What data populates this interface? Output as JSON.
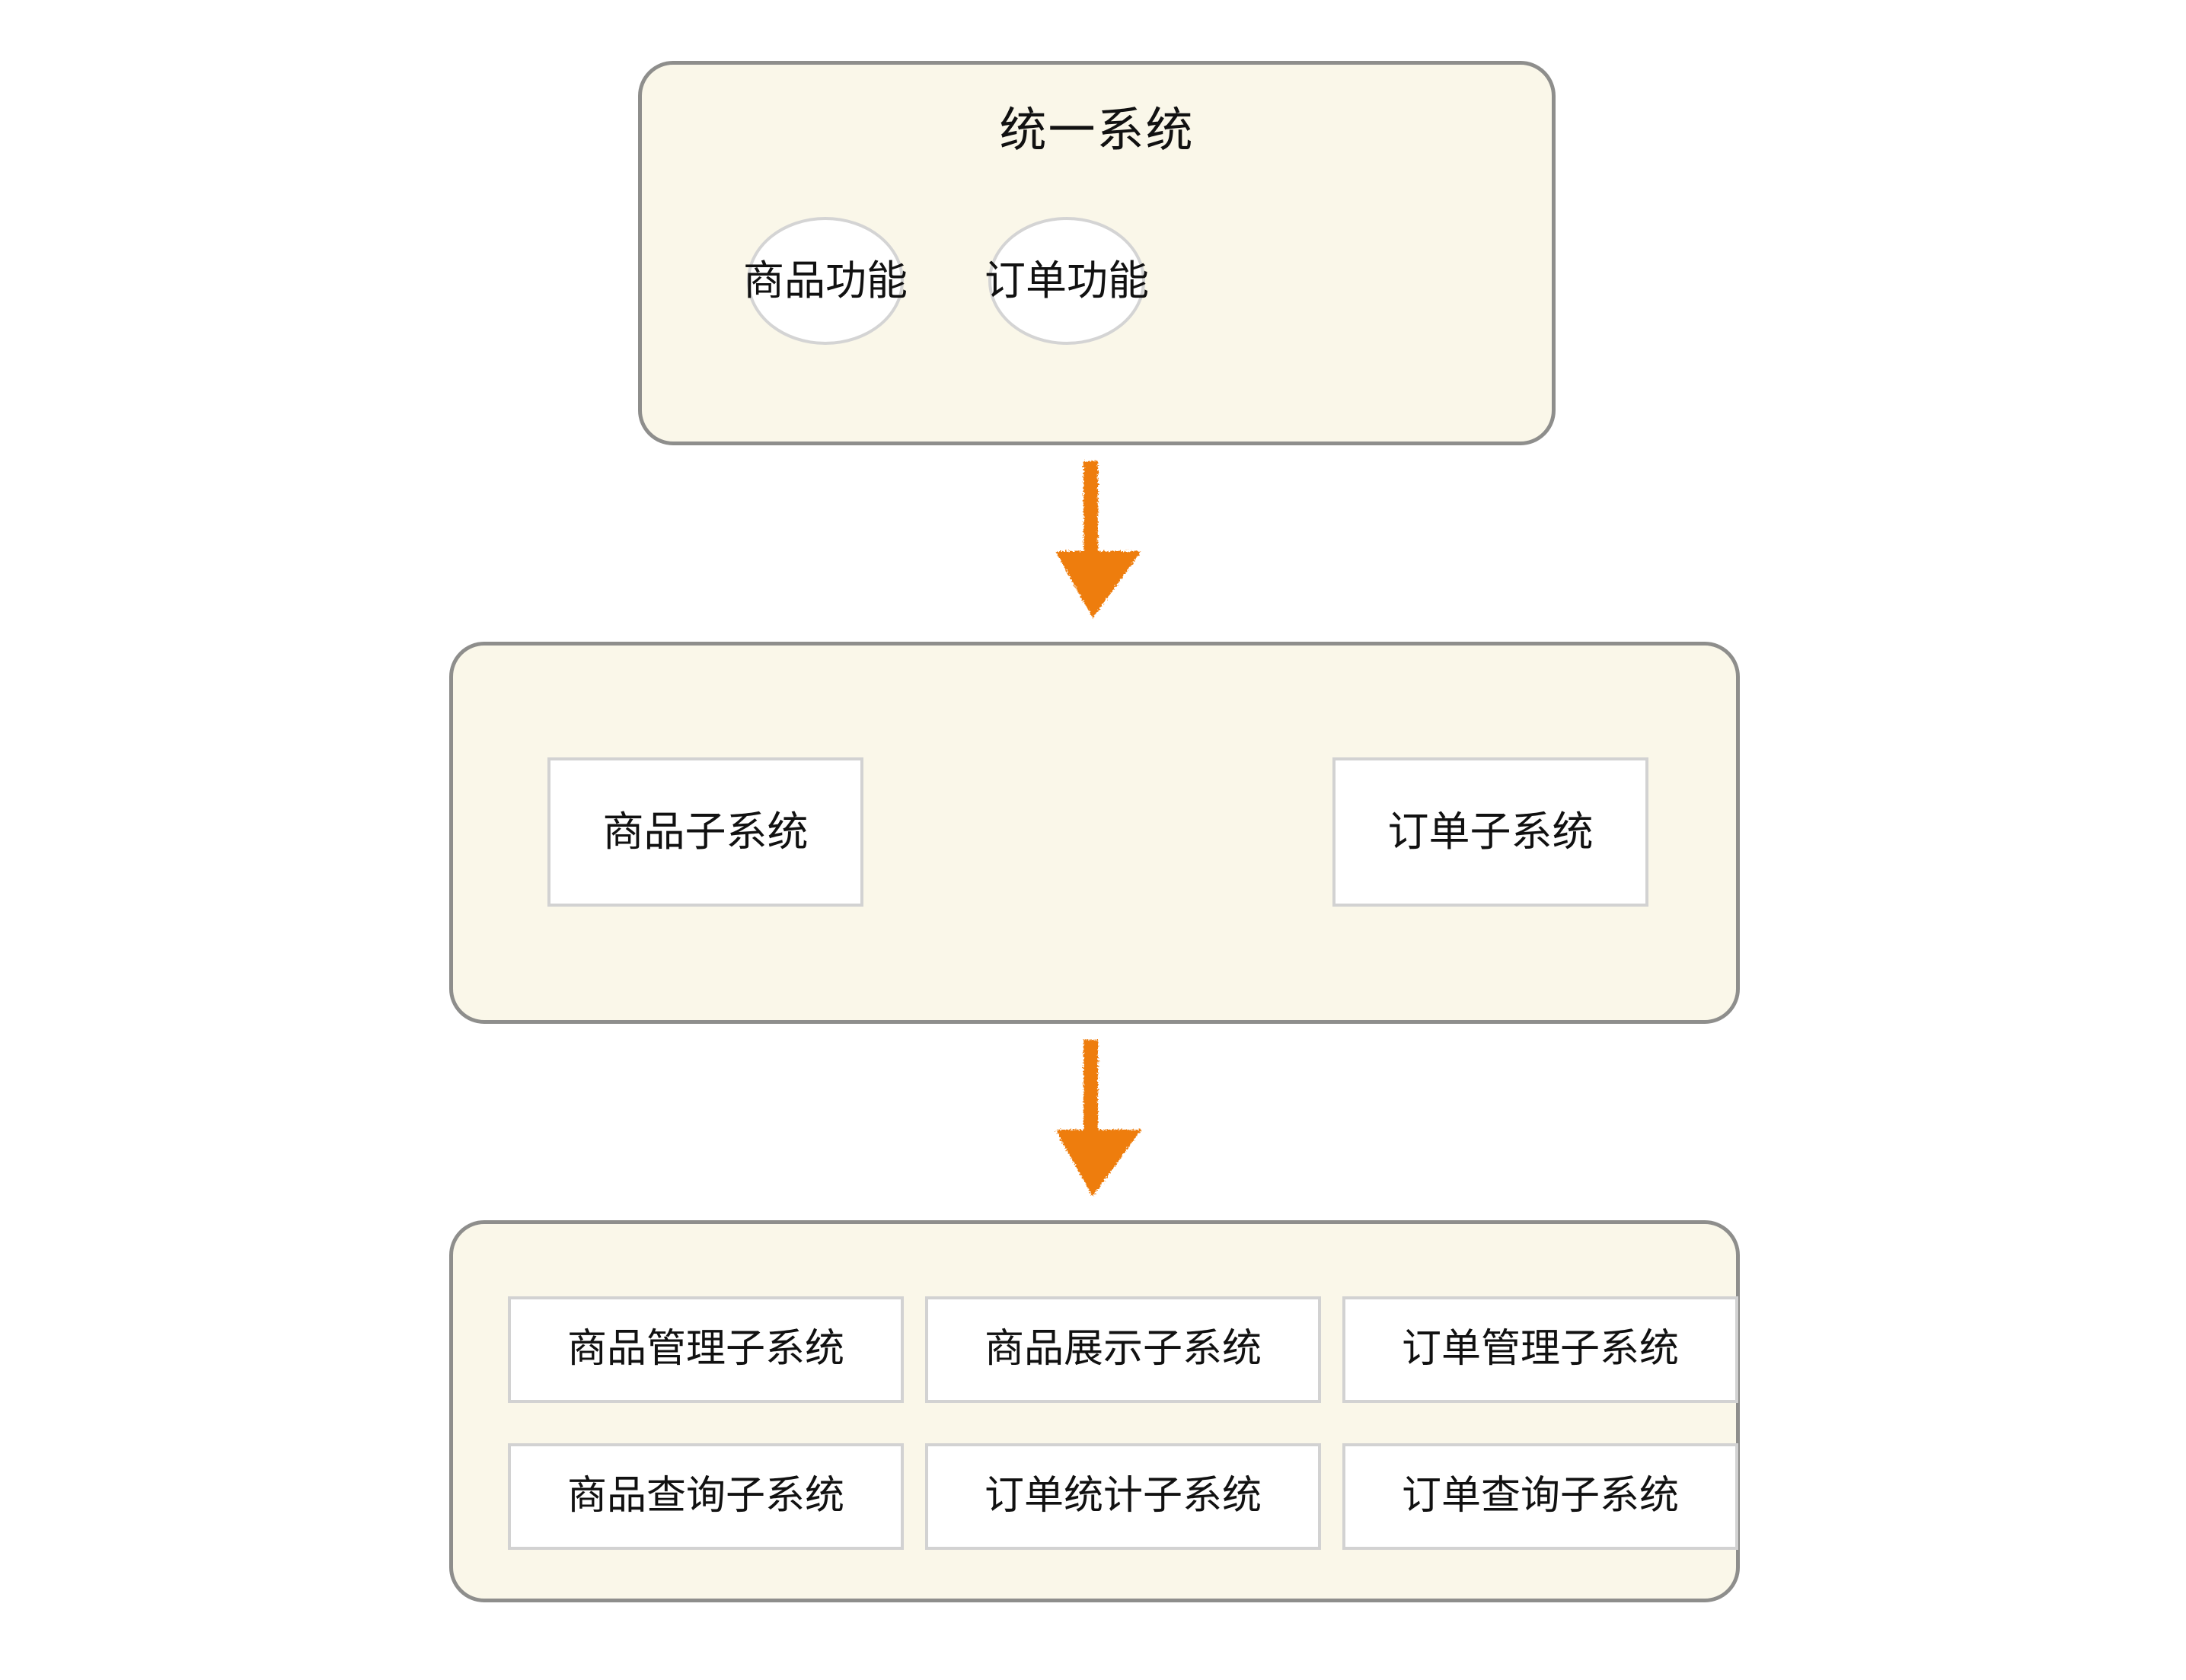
{
  "diagram": {
    "type": "system-decomposition-flow",
    "background_color": "#ffffff",
    "panel_fill": "#faf7e9",
    "panel_border": "#8e8e8c",
    "node_fill": "#ffffff",
    "node_border": "#d2d2d2",
    "arrow_color": "#ee7d11",
    "levels": [
      {
        "id": "level-1",
        "title": "统一系统",
        "node_shape": "ellipse",
        "nodes": [
          {
            "label": "商品功能"
          },
          {
            "label": "订单功能"
          }
        ]
      },
      {
        "id": "level-2",
        "title": "",
        "node_shape": "rect",
        "nodes": [
          {
            "label": "商品子系统"
          },
          {
            "label": "订单子系统"
          }
        ]
      },
      {
        "id": "level-3",
        "title": "",
        "node_shape": "rect",
        "nodes": [
          {
            "label": "商品管理子系统"
          },
          {
            "label": "商品展示子系统"
          },
          {
            "label": "订单管理子系统"
          },
          {
            "label": "商品查询子系统"
          },
          {
            "label": "订单统计子系统"
          },
          {
            "label": "订单查询子系统"
          }
        ]
      }
    ],
    "arrows": [
      {
        "id": "arrow-1",
        "from": "level-1",
        "to": "level-2",
        "direction": "down",
        "color": "#ee7d11"
      },
      {
        "id": "arrow-2",
        "from": "level-2",
        "to": "level-3",
        "direction": "down",
        "color": "#ee7d11"
      }
    ]
  }
}
